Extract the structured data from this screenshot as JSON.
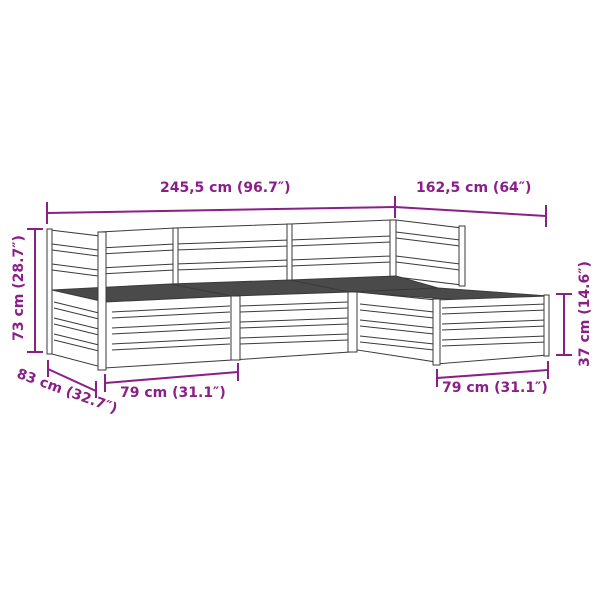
{
  "diagram": {
    "subject": "5-piece garden lounge set (wooden pallet-style corner sofa with footstool/ottoman)",
    "colors": {
      "dimension": "#8a1f86",
      "outline": "#3a3a3a",
      "seat_top": "#4a4a4a",
      "background": "#ffffff"
    },
    "dimensions": {
      "total_width": "245,5 cm (96.7″)",
      "side_length": "162,5 cm (64″)",
      "total_height": "73 cm (28.7″)",
      "depth": "83 cm (32.7″)",
      "seat_width": "79 cm (31.1″)",
      "ottoman_width": "79 cm (31.1″)",
      "ottoman_height": "37 cm (14.6″)"
    }
  }
}
